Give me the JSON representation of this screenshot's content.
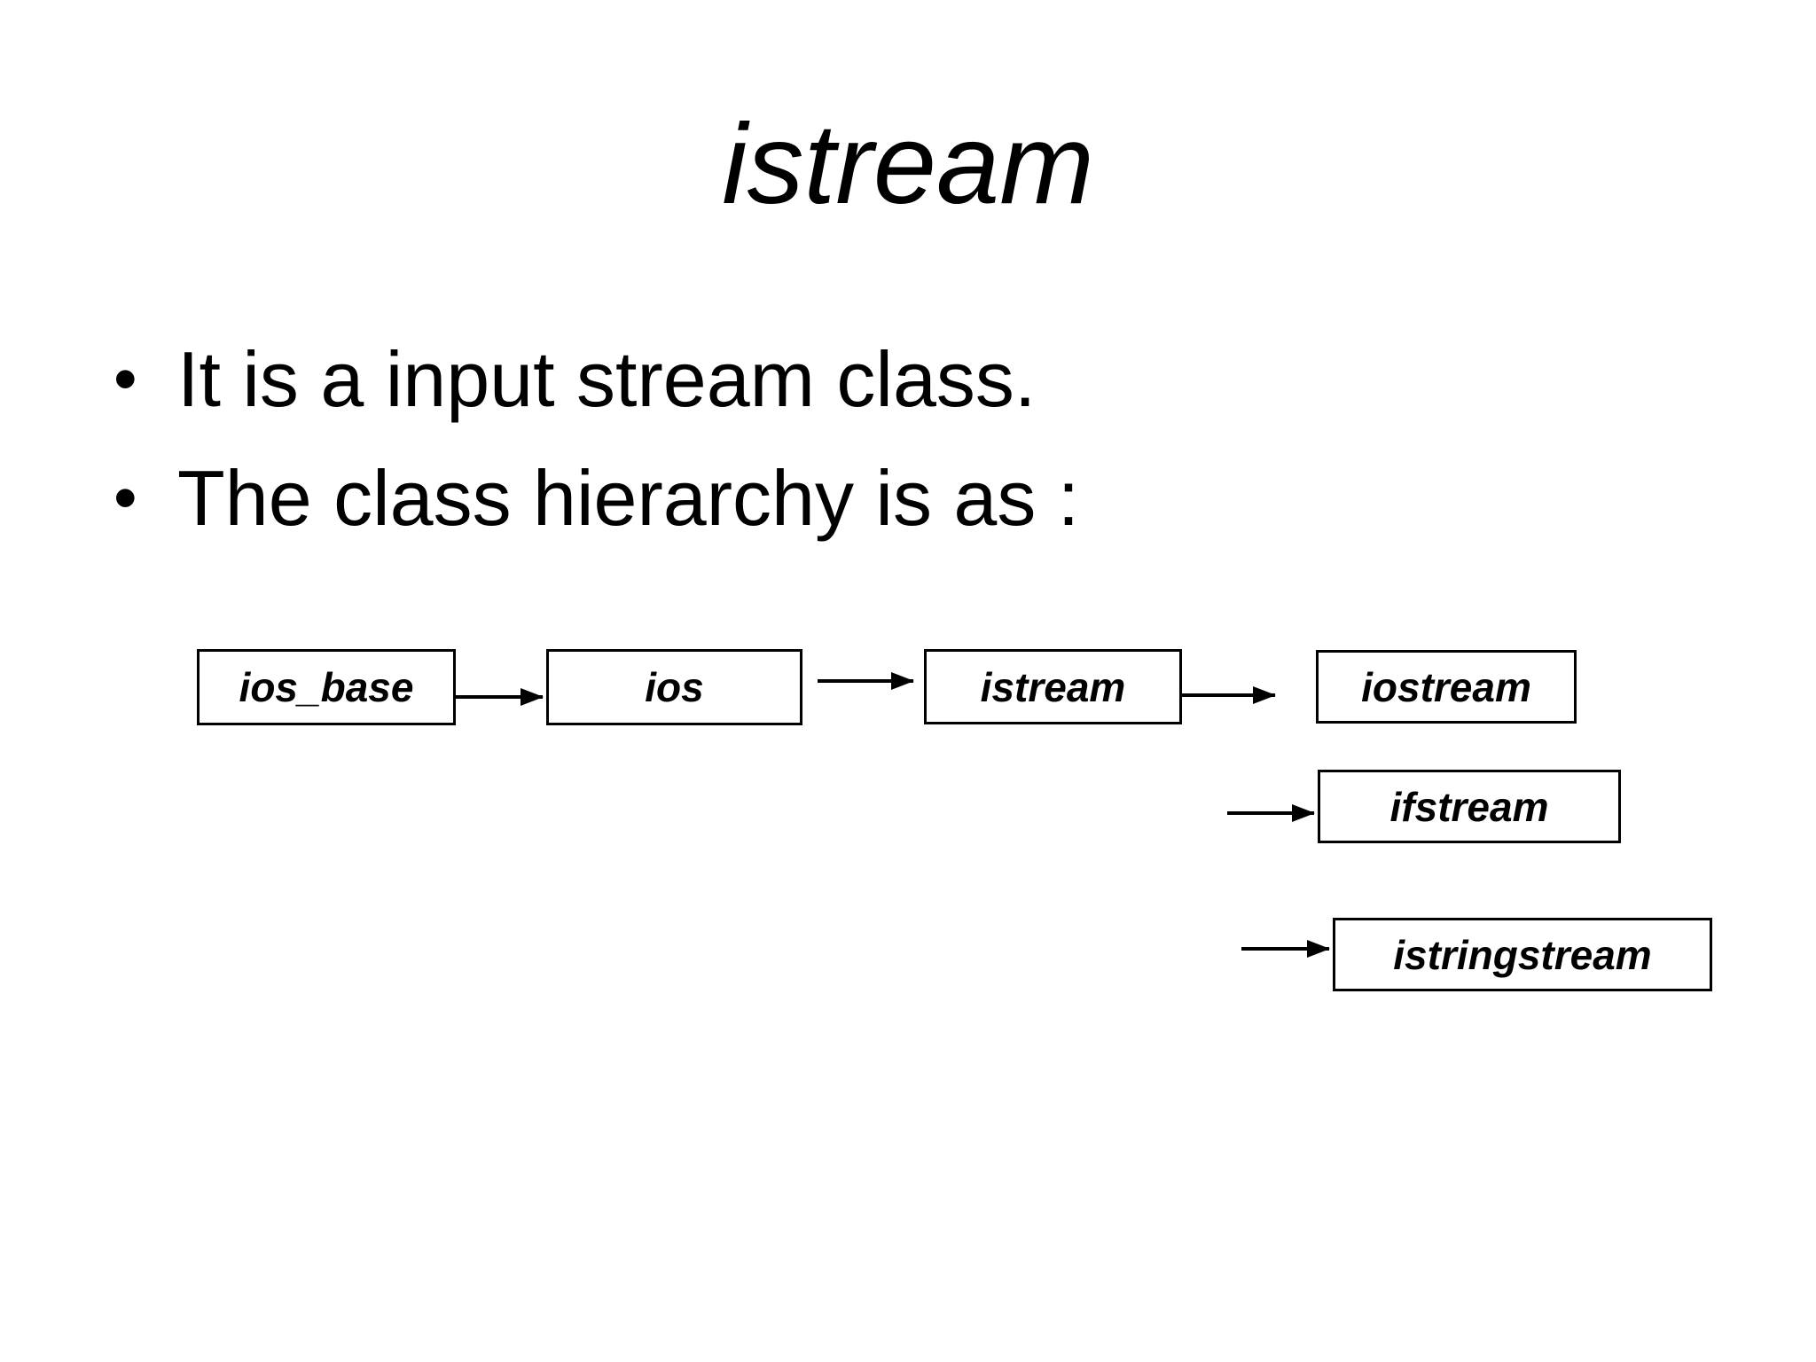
{
  "slide": {
    "title": "istream",
    "bullet_char": "•",
    "bullets": [
      "It is a input stream class.",
      "The class hierarchy is as :"
    ]
  },
  "diagram": {
    "nodes": [
      {
        "id": "ios_base",
        "label": "ios_base"
      },
      {
        "id": "ios",
        "label": "ios"
      },
      {
        "id": "istream",
        "label": "istream"
      },
      {
        "id": "iostream",
        "label": "iostream"
      },
      {
        "id": "ifstream",
        "label": "ifstream"
      },
      {
        "id": "istringstream",
        "label": "istringstream"
      }
    ],
    "edges": [
      {
        "from": "ios_base",
        "to": "ios"
      },
      {
        "from": "ios",
        "to": "istream"
      },
      {
        "from": "istream",
        "to": "iostream"
      },
      {
        "from": "",
        "to": "ifstream"
      },
      {
        "from": "",
        "to": "istringstream"
      }
    ],
    "colors": {
      "background": "#ffffff",
      "box_fill": "#ffffff",
      "box_border": "#000000",
      "text": "#000000",
      "arrow": "#000000"
    }
  }
}
